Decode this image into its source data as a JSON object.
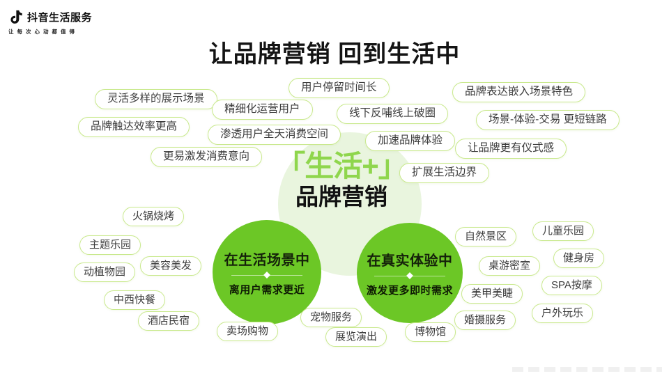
{
  "brand": {
    "name": "抖音生活服务",
    "slogan": "让每次心动都值得"
  },
  "title": "让品牌营销 回到生活中",
  "center": {
    "highlight": "「生活+」",
    "name": "品牌营销"
  },
  "benefit_tags": [
    "灵活多样的展示场景",
    "精细化运营用户",
    "用户停留时间长",
    "品牌表达嵌入场景特色",
    "品牌触达效率更高",
    "渗透用户全天消费空间",
    "线下反哺线上破圈",
    "场景-体验-交易 更短链路",
    "更易激发消费意向",
    "加速品牌体验",
    "让品牌更有仪式感",
    "扩展生活边界"
  ],
  "scene_circle": {
    "title": "在生活场景中",
    "subtitle": "离用户需求更近"
  },
  "experience_circle": {
    "title": "在真实体验中",
    "subtitle": "激发更多即时需求"
  },
  "category_tags": [
    "火锅烧烤",
    "主题乐园",
    "动植物园",
    "美容美发",
    "中西快餐",
    "酒店民宿",
    "卖场购物",
    "宠物服务",
    "展览演出",
    "博物馆",
    "自然景区",
    "儿童乐园",
    "桌游密室",
    "健身房",
    "SPA按摩",
    "美甲美睫",
    "户外玩乐",
    "婚摄服务"
  ],
  "colors": {
    "accent_green": "#6cc726",
    "highlight_green": "#8fd64d",
    "pale_green": "#e9f5de",
    "pill_border": "#c9e98d"
  }
}
